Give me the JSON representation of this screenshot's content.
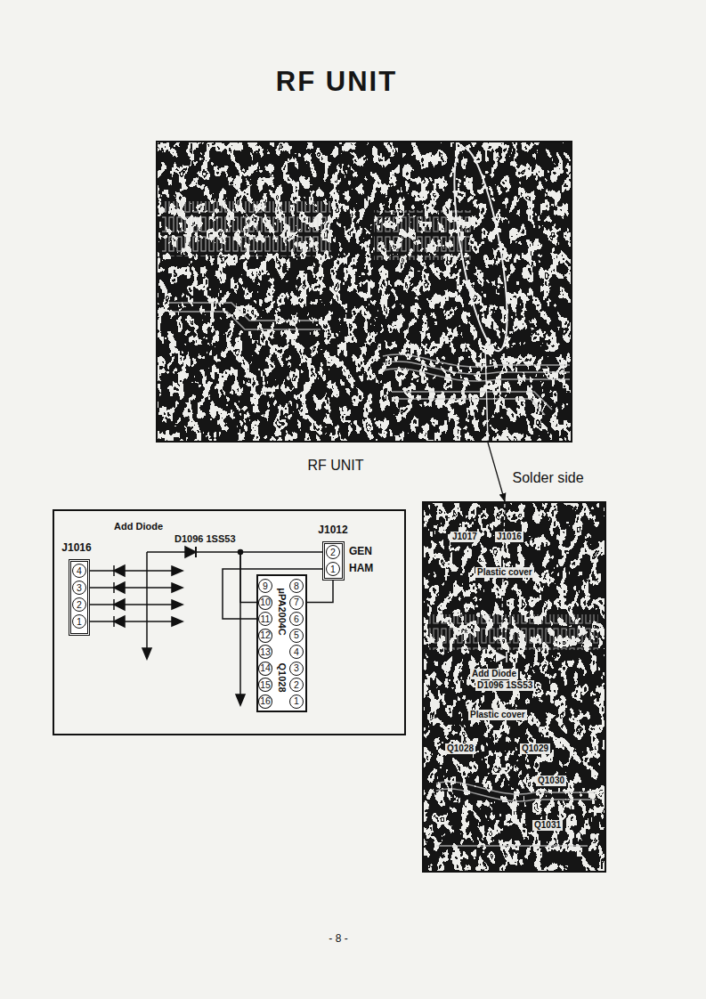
{
  "diagram": {
    "title": "RF UNIT",
    "nodes": [
      {
        "text": [
          "RF UNIT"
        ]
      },
      {
        "text": [
          "J1016"
        ]
      },
      {
        "text": [
          "4"
        ],
        "in": 1
      },
      {
        "text": [
          "3"
        ],
        "in": 1
      },
      {
        "text": [
          "2"
        ],
        "in": 1
      },
      {
        "text": [
          "1"
        ],
        "in": 1
      },
      {
        "text": [
          "J1012"
        ]
      },
      {
        "text": [
          "2"
        ],
        "in": 6
      },
      {
        "text": [
          "1"
        ],
        "in": 6
      },
      {
        "text": [
          "μPA2004C",
          "Q1028"
        ]
      },
      {
        "text": [
          "9"
        ],
        "in": 9
      },
      {
        "text": [
          "8"
        ],
        "in": 9
      },
      {
        "text": [
          "10"
        ],
        "in": 9
      },
      {
        "text": [
          "7"
        ],
        "in": 9
      },
      {
        "text": [
          "11"
        ],
        "in": 9
      },
      {
        "text": [
          "6"
        ],
        "in": 9
      },
      {
        "text": [
          "12"
        ],
        "in": 9
      },
      {
        "text": [
          "5"
        ],
        "in": 9
      },
      {
        "text": [
          "13"
        ],
        "in": 9
      },
      {
        "text": [
          "4"
        ],
        "in": 9
      },
      {
        "text": [
          "14"
        ],
        "in": 9
      },
      {
        "text": [
          "3"
        ],
        "in": 9
      },
      {
        "text": [
          "15"
        ],
        "in": 9
      },
      {
        "text": [
          "2"
        ],
        "in": 9
      },
      {
        "text": [
          "16"
        ],
        "in": 9
      },
      {
        "text": [
          "1"
        ],
        "in": 9
      },
      {
        "text": [
          "J1017",
          "J1016",
          "Plastic cover",
          "Add Diode",
          "D1096 1SS53",
          "Plastic cover",
          "Q1028",
          "Q1029",
          "Q1030",
          "Q1031"
        ]
      }
    ],
    "edges": [
      {
        "from": 0,
        "to": 26,
        "label": "Solder side",
        "arrow": "to"
      },
      {
        "from": 7,
        "to": 12,
        "arrow": "none"
      },
      {
        "from": 8,
        "to": 14,
        "arrow": "none"
      },
      {
        "from": 13,
        "to": 8,
        "arrow": "none"
      }
    ],
    "labels": [
      "Add Diode",
      "D1096 1SS53",
      "GEN",
      "HAM",
      "- 8 -"
    ]
  }
}
